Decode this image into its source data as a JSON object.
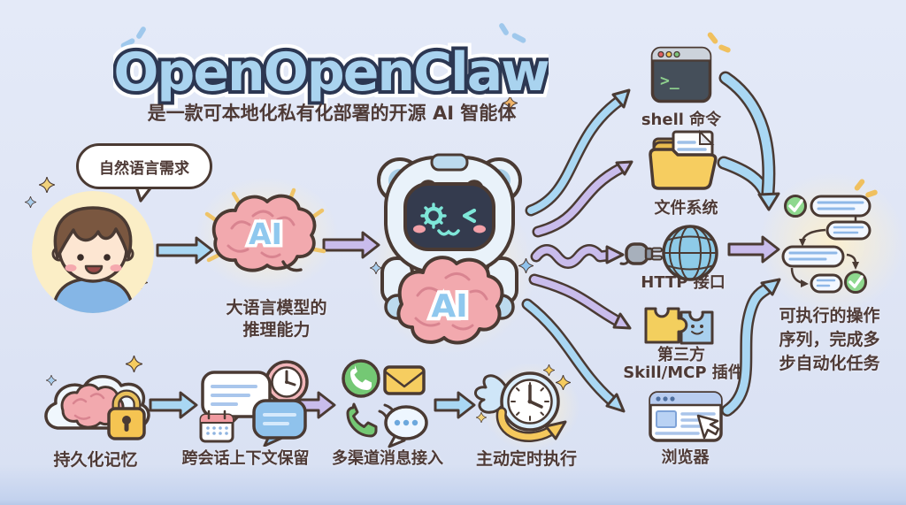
{
  "title": "OpenOpenClaw",
  "subtitle": "是一款可本地化私有化部署的开源 AI 智能体",
  "user": {
    "speech_bubble": "自然语言需求"
  },
  "llm": {
    "brain_label": "AI",
    "caption_line1": "大语言模型的",
    "caption_line2": "推理能力"
  },
  "agent": {
    "brain_label": "AI"
  },
  "capabilities": {
    "shell": {
      "label": "shell 命令",
      "prompt": ">_"
    },
    "filesystem": {
      "label": "文件系统"
    },
    "http": {
      "label": "HTTP 接口"
    },
    "plugins": {
      "line1": "第三方",
      "line2": "Skill/MCP 插件"
    },
    "browser": {
      "label": "浏览器"
    }
  },
  "result": {
    "line1": "可执行的操作",
    "line2": "序列，完成多",
    "line3": "步自动化任务"
  },
  "features": {
    "memory": {
      "label": "持久化记忆"
    },
    "context": {
      "label": "跨会话上下文保留"
    },
    "channels": {
      "label": "多渠道消息接入"
    },
    "schedule": {
      "label": "主动定时执行"
    }
  },
  "colors": {
    "background": "#dfe5f5",
    "outline": "#4a3a33",
    "arrow_blue": "#a9d7f3",
    "arrow_purple": "#c9bcec",
    "title_fill": "#a9d3ef",
    "title_outline": "#2c3752",
    "text": "#4e3a36",
    "accent_yellow": "#f5cb5e",
    "brain_pink": "#f2a9ae",
    "check_green": "#8ed88e",
    "whatsapp_green": "#74c874",
    "screen_teal": "#7ee6d8"
  }
}
